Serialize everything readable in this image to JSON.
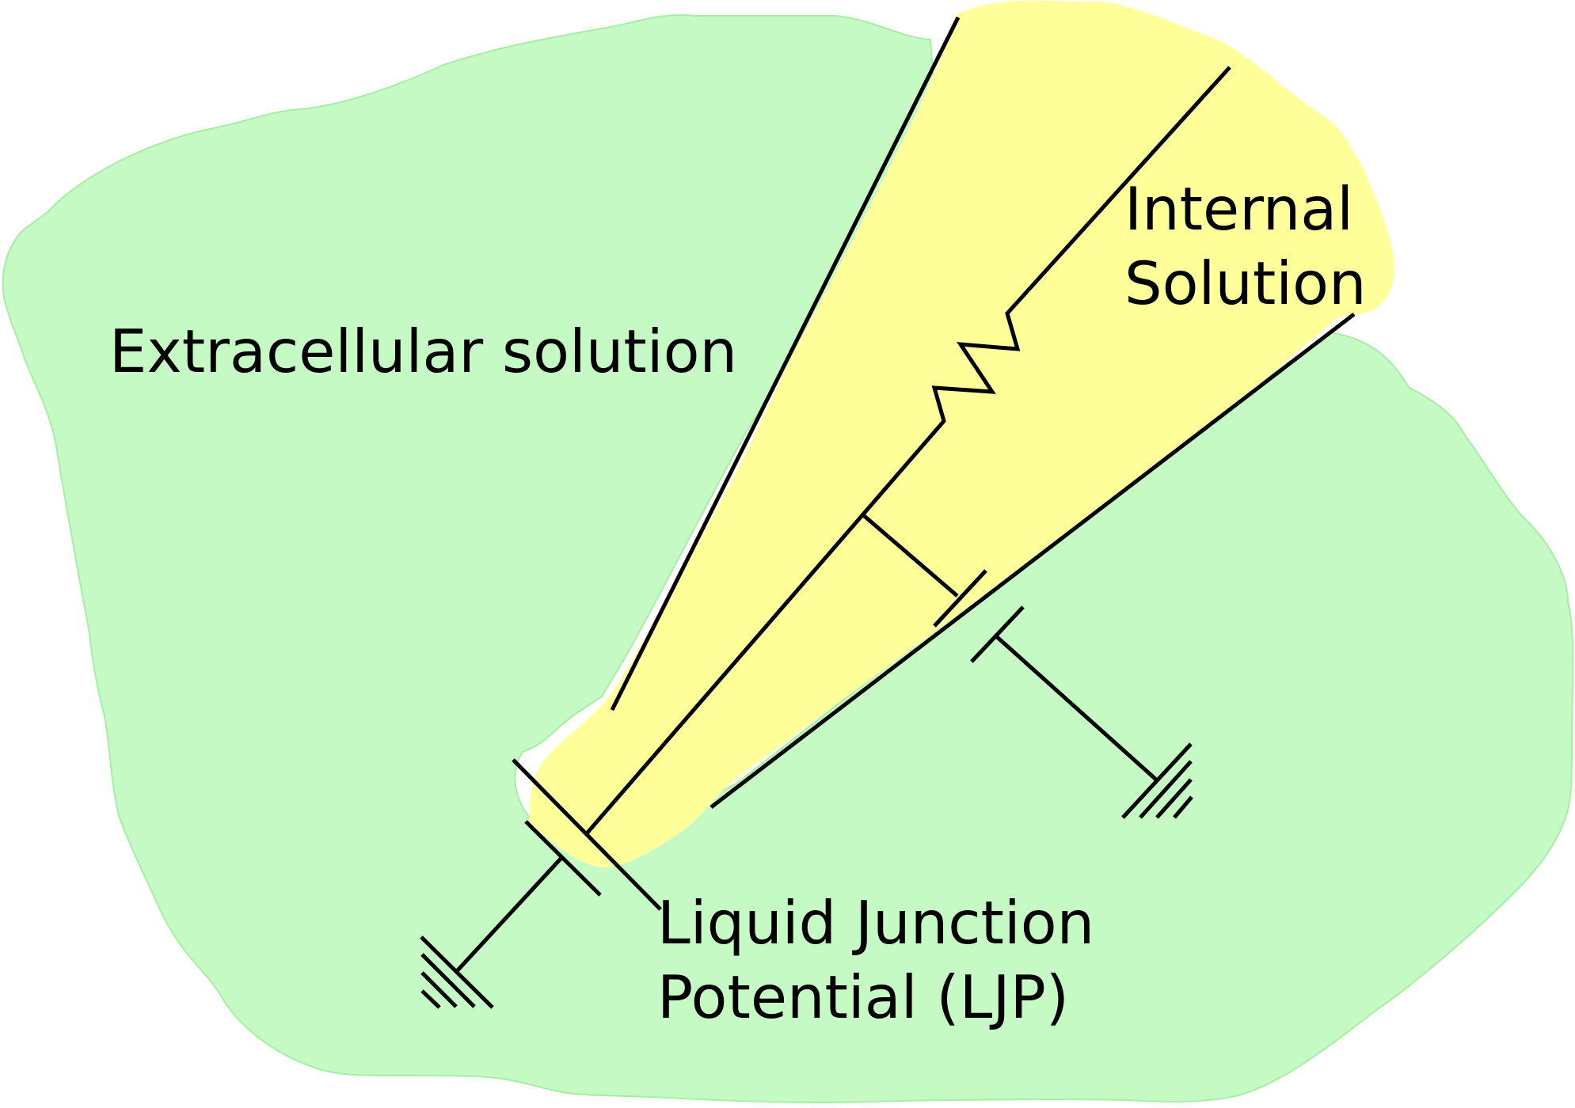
{
  "diagram": {
    "labels": {
      "extracellular": "Extracellular solution",
      "internal_line1": "Internal",
      "internal_line2": "Solution",
      "ljp_line1": "Liquid Junction",
      "ljp_line2": "Potential (LJP)"
    },
    "colors": {
      "extracellular_fill": "#c6fac4",
      "extracellular_edge": "#a6eea4",
      "internal_fill": "#ffff99",
      "wire": "#000000"
    },
    "components": [
      "resistor",
      "capacitor",
      "capacitor",
      "capacitor",
      "ground",
      "ground"
    ]
  }
}
